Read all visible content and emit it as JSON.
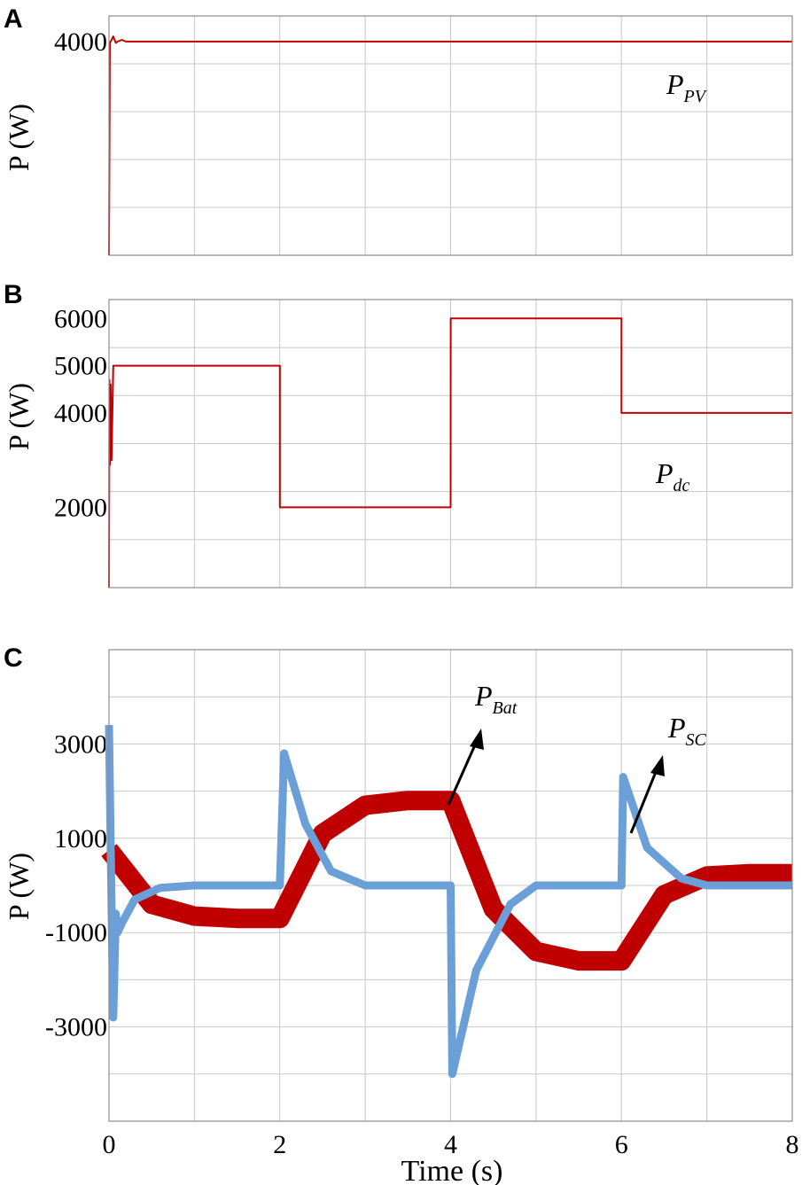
{
  "chart_data": [
    {
      "type": "line",
      "panel": "A",
      "ylabel": "P (W)",
      "xlabel": "",
      "xlim": [
        0,
        8
      ],
      "ylim": [
        1500,
        4300
      ],
      "yticks": [
        4000
      ],
      "grid": true,
      "series": [
        {
          "name": "P_PV",
          "label_main": "P",
          "label_sub": "PV",
          "color": "#c00000",
          "x": [
            0,
            0.01,
            0.02,
            0.05,
            0.08,
            0.1,
            0.15,
            0.2,
            8
          ],
          "y": [
            1500,
            3990,
            4000,
            4060,
            3985,
            4000,
            4020,
            4000,
            4000
          ]
        }
      ]
    },
    {
      "type": "line",
      "panel": "B",
      "ylabel": "P (W)",
      "xlabel": "",
      "xlim": [
        0,
        8
      ],
      "ylim": [
        300,
        6400
      ],
      "yticks": [
        2000,
        4000,
        5000,
        6000
      ],
      "grid": true,
      "series": [
        {
          "name": "P_dc",
          "label_main": "P",
          "label_sub": "dc",
          "color": "#c00000",
          "x": [
            0,
            0.005,
            0.01,
            0.02,
            0.03,
            0.05,
            2,
            2.001,
            4,
            4.001,
            6,
            6.001,
            8
          ],
          "y": [
            300,
            4700,
            2900,
            4600,
            3000,
            5000,
            5000,
            2000,
            2000,
            6000,
            6000,
            4000,
            4000
          ]
        }
      ]
    },
    {
      "type": "line",
      "panel": "C",
      "ylabel": "P (W)",
      "xlabel": "Time (s)",
      "xlim": [
        0,
        8
      ],
      "ylim": [
        -5000,
        5000
      ],
      "yticks": [
        -3000,
        -1000,
        1000,
        3000
      ],
      "xticks": [
        0,
        2,
        4,
        6,
        8
      ],
      "grid": true,
      "series": [
        {
          "name": "P_Bat",
          "label_main": "P",
          "label_sub": "Bat",
          "color": "#c00000",
          "x": [
            0,
            0.5,
            1,
            1.5,
            2,
            2.5,
            3,
            3.5,
            4,
            4.5,
            5,
            5.5,
            6,
            6.5,
            7,
            7.5,
            8
          ],
          "y": [
            750,
            -400,
            -650,
            -700,
            -700,
            1100,
            1700,
            1800,
            1800,
            -500,
            -1400,
            -1600,
            -1600,
            -200,
            200,
            250,
            250
          ]
        },
        {
          "name": "P_SC",
          "label_main": "P",
          "label_sub": "SC",
          "color": "#6a9fd8",
          "x": [
            0,
            0.02,
            0.05,
            0.08,
            0.1,
            0.15,
            0.3,
            0.6,
            1,
            2,
            2.05,
            2.3,
            2.6,
            3,
            4,
            4.02,
            4.3,
            4.7,
            5,
            6,
            6.02,
            6.3,
            6.7,
            7,
            8
          ],
          "y": [
            3400,
            800,
            -2800,
            -600,
            -1000,
            -800,
            -300,
            -50,
            0,
            0,
            2800,
            1300,
            300,
            0,
            0,
            -4000,
            -1800,
            -400,
            0,
            0,
            2300,
            800,
            150,
            0,
            0
          ]
        }
      ]
    }
  ]
}
